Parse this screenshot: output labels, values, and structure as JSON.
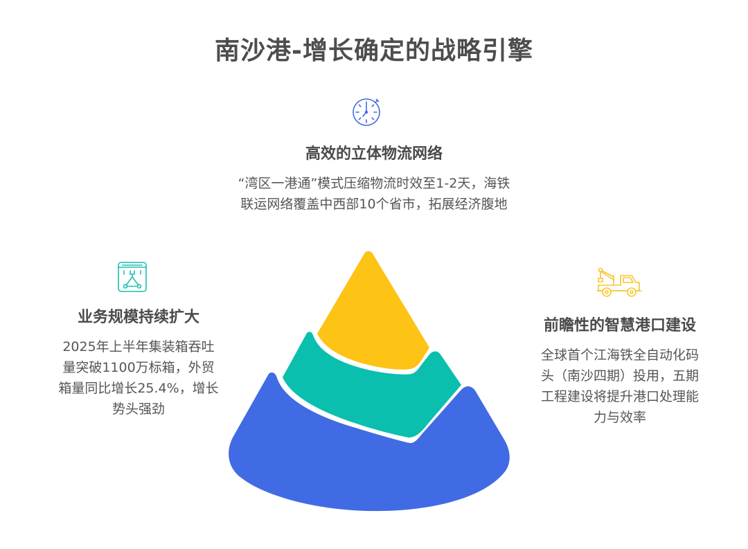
{
  "title": "南沙港-增长确定的战略引擎",
  "colors": {
    "tier_top": "#FDC315",
    "tier_middle": "#0BBFAF",
    "tier_bottom": "#416BE4",
    "icon_top": "#4169E1",
    "icon_left": "#1CBFAE",
    "icon_right": "#F8C52A",
    "title_text": "#4D4D4D",
    "body_text": "#555555"
  },
  "sections": {
    "top": {
      "icon": "stopwatch-icon",
      "heading": "高效的立体物流网络",
      "lines": [
        "“湾区一港通”模式压缩物流时效至1-2天，海铁",
        "联运网络覆盖中西部10个省市，拓展经济腹地"
      ]
    },
    "left": {
      "icon": "crane-claw-icon",
      "heading": "业务规模持续扩大",
      "lines": [
        "2025年上半年集装箱吞吐",
        "量突破1100万标箱，外贸",
        "箱量同比增长25.4%，增长",
        "势头强劲"
      ]
    },
    "right": {
      "icon": "tow-truck-icon",
      "heading": "前瞻性的智慧港口建设",
      "lines": [
        "全球首个江海铁全自动化码",
        "头（南沙四期）投用，五期",
        "工程建设将提升港口处理能",
        "力与效率"
      ]
    }
  },
  "pyramid": {
    "tiers": [
      {
        "position": "top",
        "color": "#FDC315",
        "linked_section": "top"
      },
      {
        "position": "middle",
        "color": "#0BBFAF",
        "linked_section": "left"
      },
      {
        "position": "bottom",
        "color": "#416BE4",
        "linked_section": "right"
      }
    ]
  }
}
